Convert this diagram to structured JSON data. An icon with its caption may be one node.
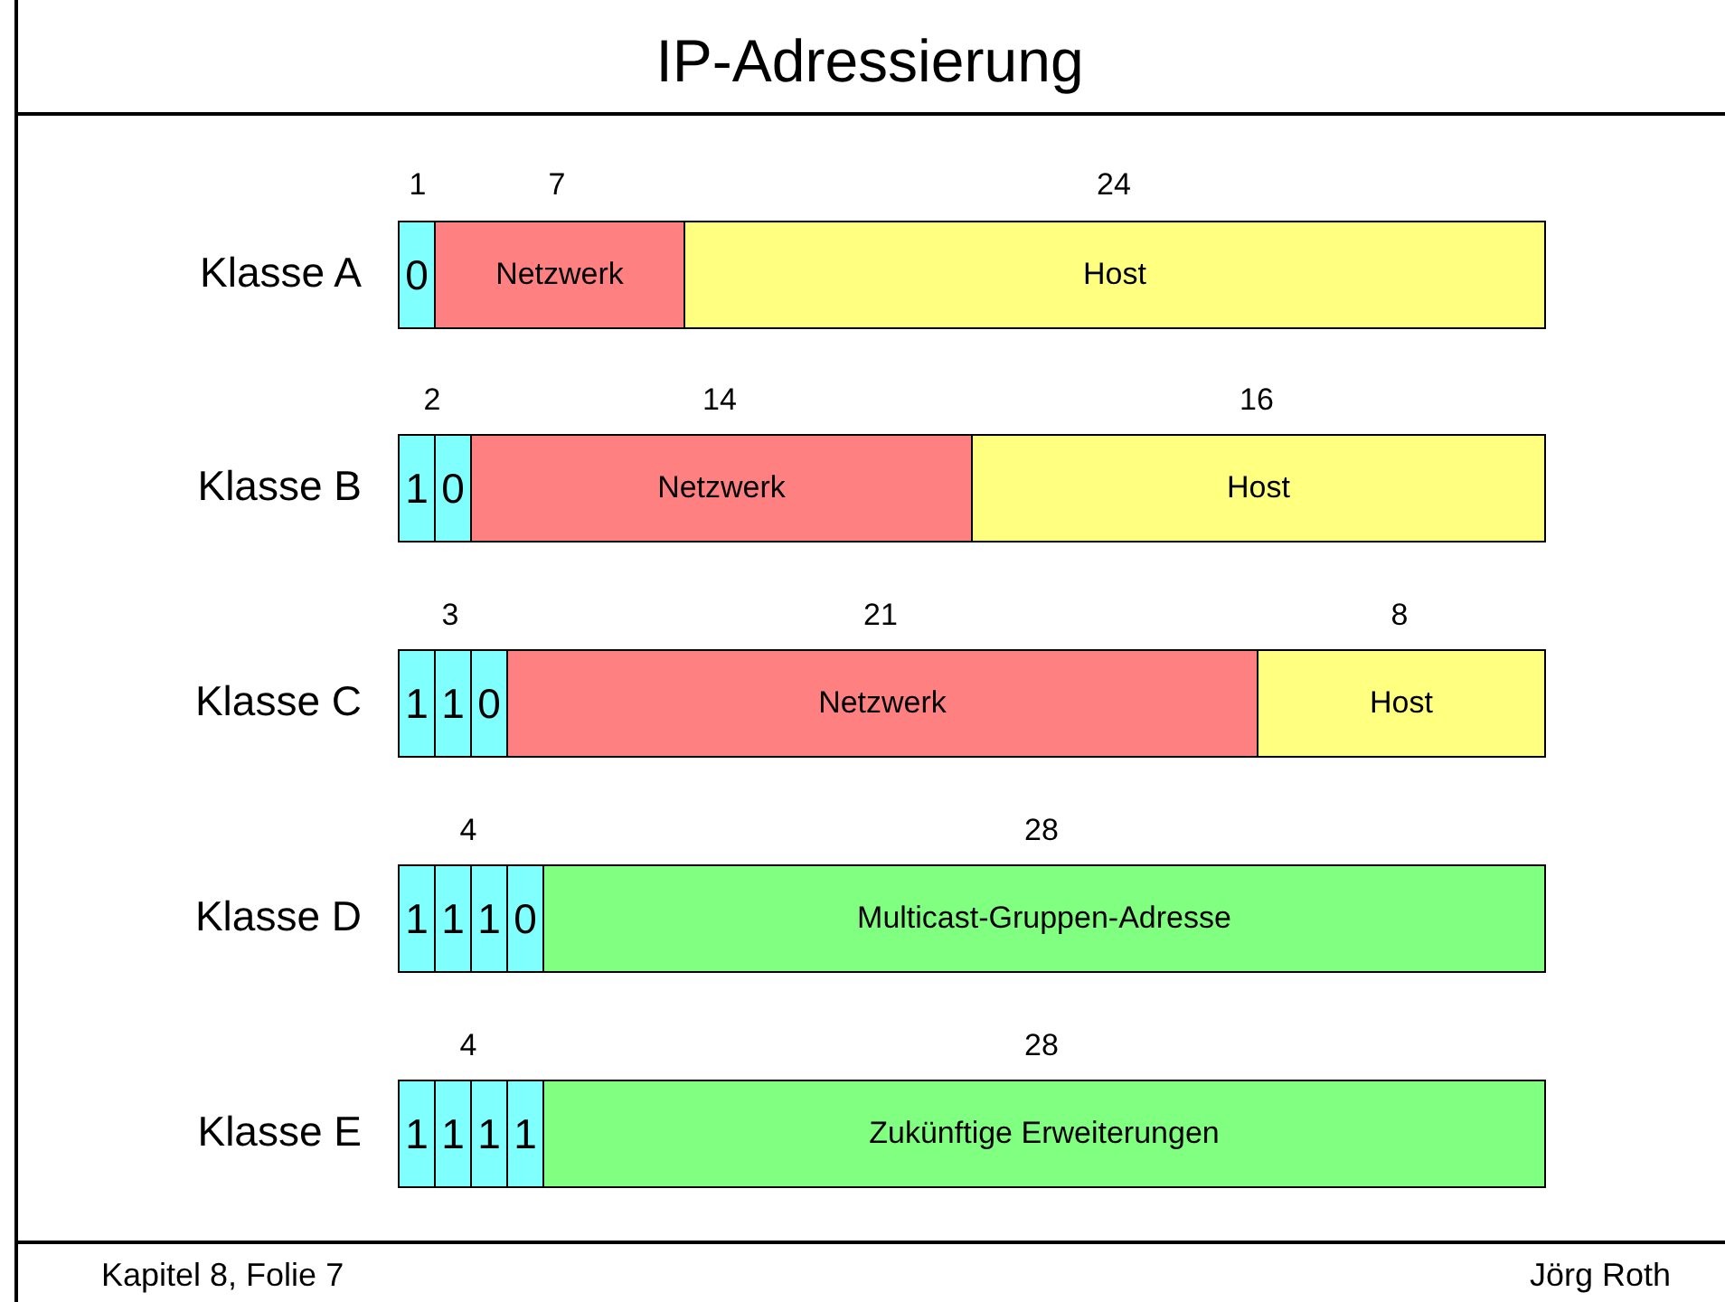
{
  "diagram": {
    "title": "IP-Adressierung",
    "nodes": [
      {
        "text": [
          "0"
        ]
      },
      {
        "text": [
          "Netzwerk"
        ]
      },
      {
        "text": [
          "Host"
        ]
      },
      {
        "text": [
          "1"
        ]
      },
      {
        "text": [
          "0"
        ]
      },
      {
        "text": [
          "Netzwerk"
        ]
      },
      {
        "text": [
          "Host"
        ]
      },
      {
        "text": [
          "1"
        ]
      },
      {
        "text": [
          "1"
        ]
      },
      {
        "text": [
          "0"
        ]
      },
      {
        "text": [
          "Netzwerk"
        ]
      },
      {
        "text": [
          "Host"
        ]
      },
      {
        "text": [
          "1"
        ]
      },
      {
        "text": [
          "1"
        ]
      },
      {
        "text": [
          "1"
        ]
      },
      {
        "text": [
          "0"
        ]
      },
      {
        "text": [
          "Multicast-Gruppen-Adresse"
        ]
      },
      {
        "text": [
          "1"
        ]
      },
      {
        "text": [
          "1"
        ]
      },
      {
        "text": [
          "1"
        ]
      },
      {
        "text": [
          "1"
        ]
      },
      {
        "text": [
          "Zukünftige Erweiterungen"
        ]
      }
    ],
    "labels": [
      "1",
      "7",
      "24",
      "Klasse A",
      "2",
      "14",
      "16",
      "Klasse B",
      "3",
      "21",
      "8",
      "Klasse C",
      "4",
      "28",
      "Klasse D",
      "4",
      "28",
      "Klasse E",
      "Kapitel 8, Folie 7",
      "Jörg Roth"
    ]
  }
}
